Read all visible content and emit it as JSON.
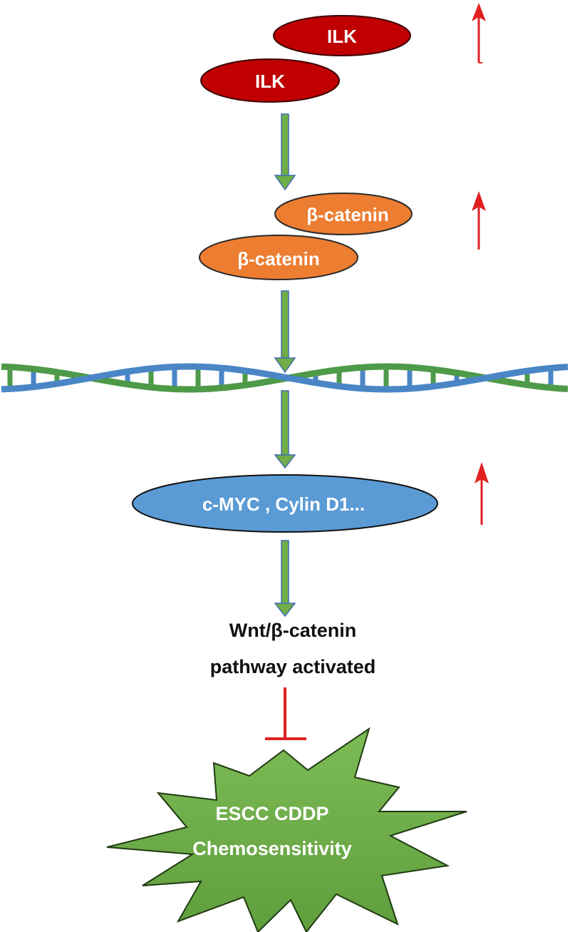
{
  "nodes": {
    "ilk_back": "ILK",
    "ilk_front": "ILK",
    "catenin_back": "β-catenin",
    "catenin_front": "β-catenin",
    "targets": "c-MYC , Cylin D1...",
    "pathway_line1": "Wnt/β-catenin",
    "pathway_line2": "pathway activated",
    "outcome_line1": "ESCC CDDP",
    "outcome_line2": "Chemosensitivity"
  },
  "colors": {
    "ilk": "#c00000",
    "catenin": "#ed7d31",
    "targets": "#5b9bd5",
    "outcome": "#70ad47",
    "flow_arrow": "#70ad47",
    "up_arrow": "#e02020",
    "inhibit": "#e02020",
    "dna_blue": "#4a86c5",
    "dna_green": "#4e9a48"
  },
  "icons": {
    "up_arrow": "upregulation-arrow-icon",
    "inhibition": "inhibition-bar-icon",
    "dna": "dna-double-helix-icon"
  }
}
